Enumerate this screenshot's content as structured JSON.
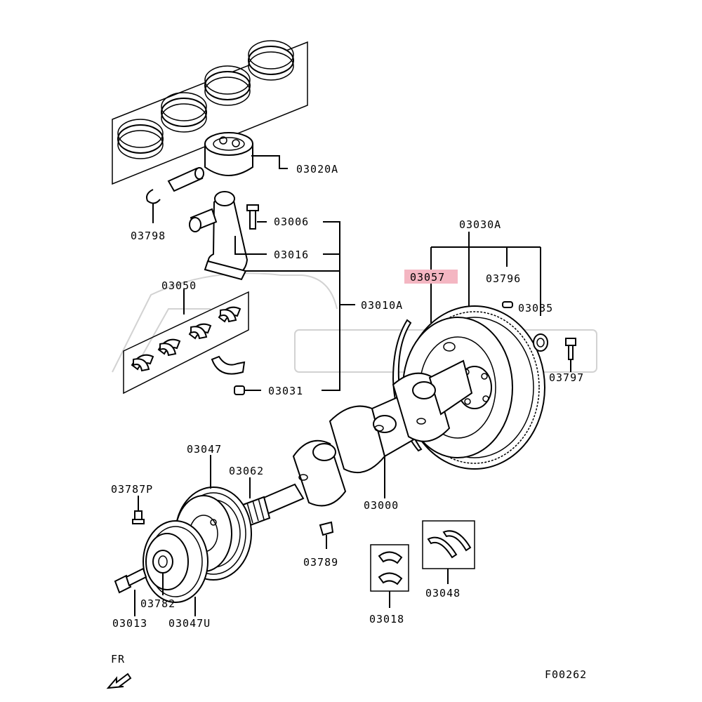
{
  "diagram": {
    "code": "F00262",
    "direction_label": "FR",
    "highlight_color": "#f4b6c2",
    "labels": {
      "p03020A": "03020A",
      "p03798": "03798",
      "p03006": "03006",
      "p03016": "03016",
      "p03050": "03050",
      "p03010A": "03010A",
      "p03031": "03031",
      "p03030A": "03030A",
      "p03057": "03057",
      "p03796": "03796",
      "p03035": "03035",
      "p03797": "03797",
      "p03047": "03047",
      "p03062": "03062",
      "p03787P": "03787P",
      "p03000": "03000",
      "p03789": "03789",
      "p03048": "03048",
      "p03782": "03782",
      "p03013": "03013",
      "p03047U": "03047U",
      "p03018": "03018"
    }
  }
}
